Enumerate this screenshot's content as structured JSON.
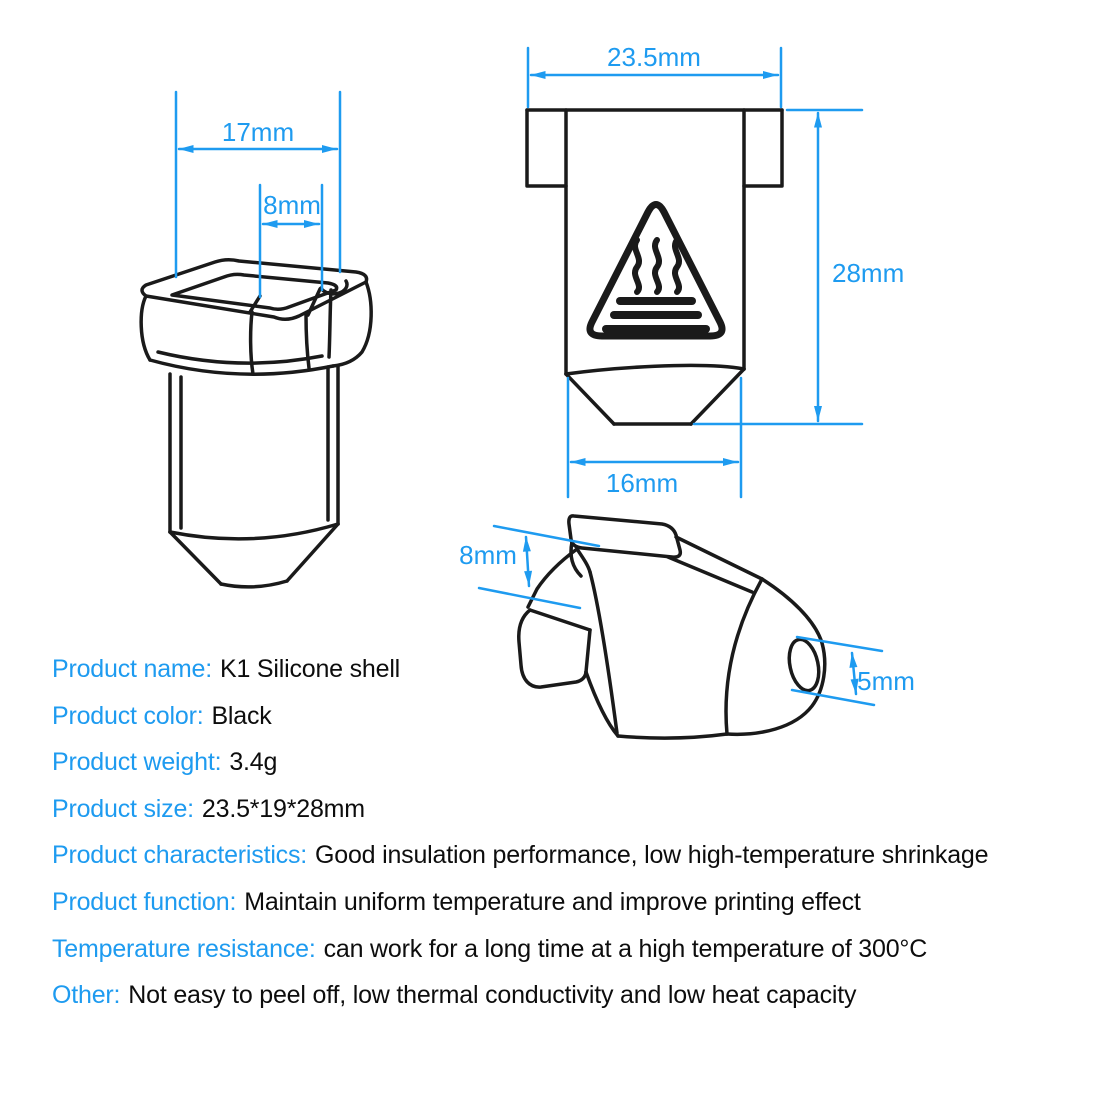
{
  "title": "K1 Silicone shell specification sheet",
  "colors": {
    "accent_blue": "#1e9bf0",
    "line_black": "#1a1a1a",
    "background": "#ffffff"
  },
  "icons": [
    {
      "name": "hot-surface-warning-icon",
      "meaning": "hot surface warning triangle printed on shell front"
    }
  ],
  "dimensions": {
    "iso_width": "17mm",
    "iso_notch": "8mm",
    "front_flange_width": "23.5mm",
    "front_height": "28mm",
    "front_body_width": "16mm",
    "side_tab_height": "8mm",
    "side_nozzle_hole": "5mm"
  },
  "product_specs": {
    "rows": [
      {
        "label": "Product name:",
        "value": "K1 Silicone shell"
      },
      {
        "label": "Product color:",
        "value": "Black"
      },
      {
        "label": "Product weight:",
        "value": "3.4g"
      },
      {
        "label": "Product size:",
        "value": "23.5*19*28mm"
      },
      {
        "label": "Product characteristics:",
        "value": "Good insulation performance, low high-temperature shrinkage"
      },
      {
        "label": "Product function:",
        "value": "Maintain uniform temperature and improve printing effect"
      },
      {
        "label": "Temperature resistance:",
        "value": "can work for a long time at a high temperature of 300°C"
      },
      {
        "label": "Other:",
        "value": "Not easy to peel off, low thermal conductivity and low heat capacity"
      }
    ]
  }
}
